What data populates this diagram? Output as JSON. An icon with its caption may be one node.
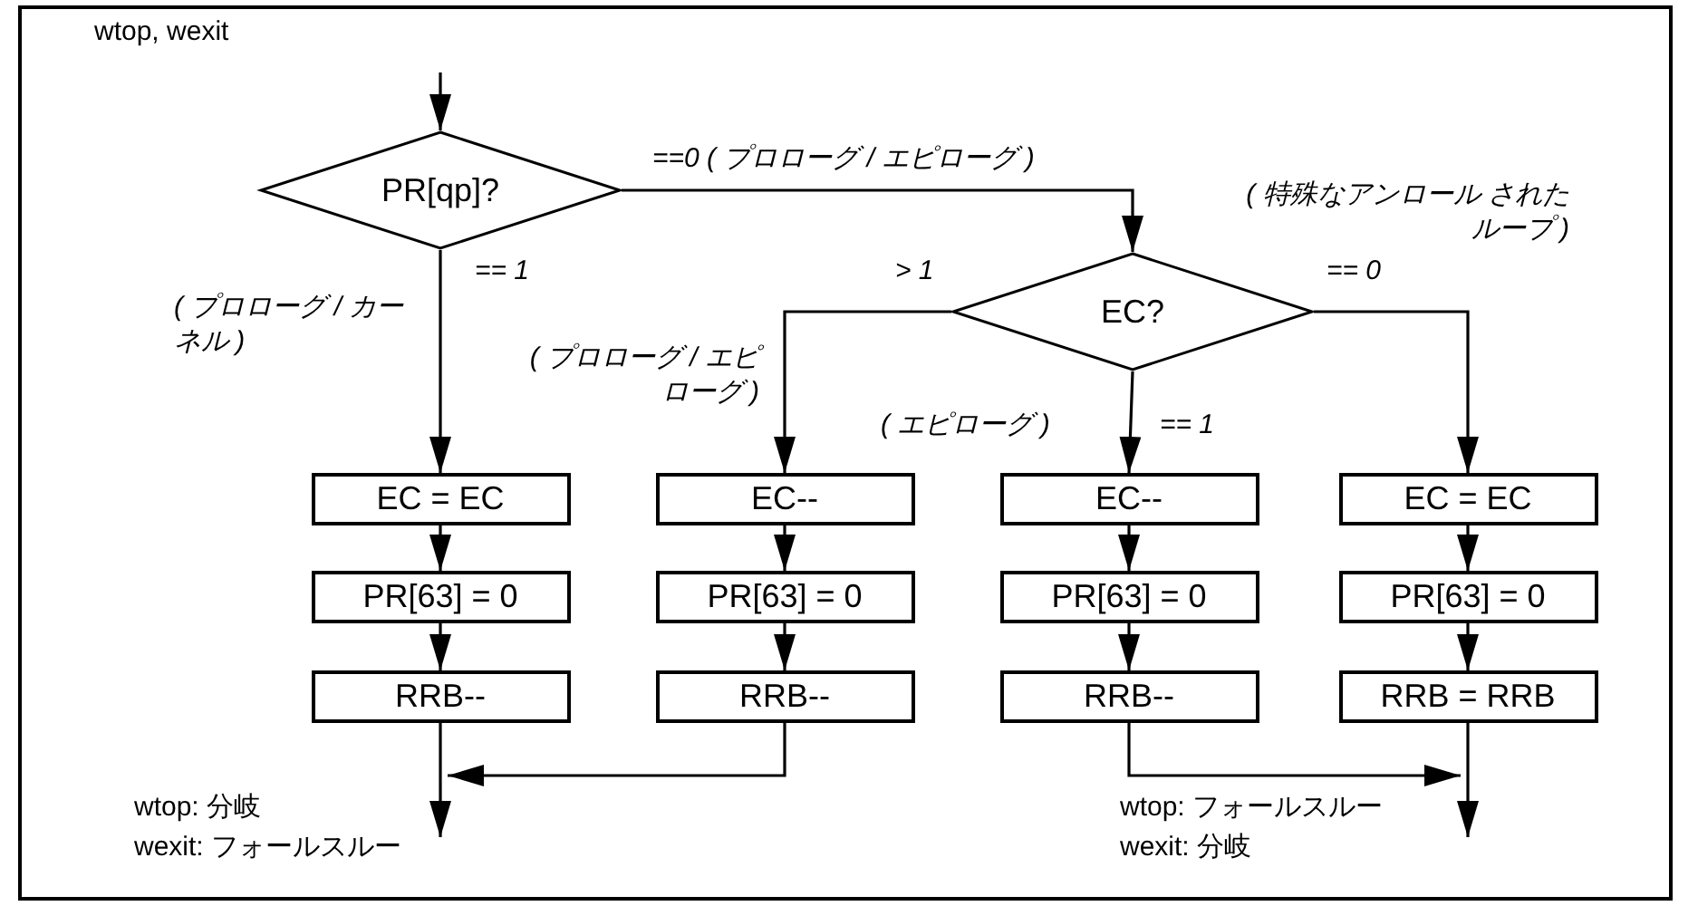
{
  "diagram": {
    "nodes": [
      {
        "text": [
          "PR[qp]?"
        ]
      },
      {
        "text": [
          "EC?"
        ]
      },
      {
        "text": [
          "EC = EC"
        ]
      },
      {
        "text": [
          "PR[63] = 0"
        ]
      },
      {
        "text": [
          "RRB--"
        ]
      },
      {
        "text": [
          "EC--"
        ]
      },
      {
        "text": [
          "PR[63] = 0"
        ]
      },
      {
        "text": [
          "RRB--"
        ]
      },
      {
        "text": [
          "EC--"
        ]
      },
      {
        "text": [
          "PR[63] = 0"
        ]
      },
      {
        "text": [
          "RRB--"
        ]
      },
      {
        "text": [
          "EC = EC"
        ]
      },
      {
        "text": [
          "PR[63] = 0"
        ]
      },
      {
        "text": [
          "RRB = RRB"
        ]
      }
    ],
    "edges": [
      {
        "from": null,
        "to": 0,
        "arrow": "to"
      },
      {
        "from": 0,
        "to": 1,
        "arrow": "to",
        "label": "==0 ( プロローグ / エピローグ )"
      },
      {
        "from": 0,
        "to": 2,
        "arrow": "to",
        "label": "== 1"
      },
      {
        "from": 1,
        "to": 5,
        "arrow": "to",
        "label": "> 1"
      },
      {
        "from": 1,
        "to": 8,
        "arrow": "to",
        "label": "== 1"
      },
      {
        "from": 1,
        "to": 11,
        "arrow": "to",
        "label": "== 0"
      },
      {
        "from": 2,
        "to": 3,
        "arrow": "to"
      },
      {
        "from": 3,
        "to": 4,
        "arrow": "to"
      },
      {
        "from": 5,
        "to": 6,
        "arrow": "to"
      },
      {
        "from": 6,
        "to": 7,
        "arrow": "to"
      },
      {
        "from": 8,
        "to": 9,
        "arrow": "to"
      },
      {
        "from": 9,
        "to": 10,
        "arrow": "to"
      },
      {
        "from": 11,
        "to": 12,
        "arrow": "to"
      },
      {
        "from": 12,
        "to": 13,
        "arrow": "to"
      },
      {
        "from": 4,
        "to": null,
        "arrow": "to"
      },
      {
        "from": 7,
        "to": null,
        "arrow": "to"
      },
      {
        "from": 10,
        "to": null,
        "arrow": "to"
      },
      {
        "from": 13,
        "to": null,
        "arrow": "to"
      }
    ],
    "labels": [
      "wtop, wexit",
      "( 特殊なアンロール されたループ )",
      "( プロローグ / カーネル )",
      "( プロローグ / エピローグ )",
      "( エピローグ )",
      "wtop: 分岐",
      "wexit: フォールスルー",
      "wtop: フォールスルー",
      "wexit: 分岐"
    ]
  }
}
